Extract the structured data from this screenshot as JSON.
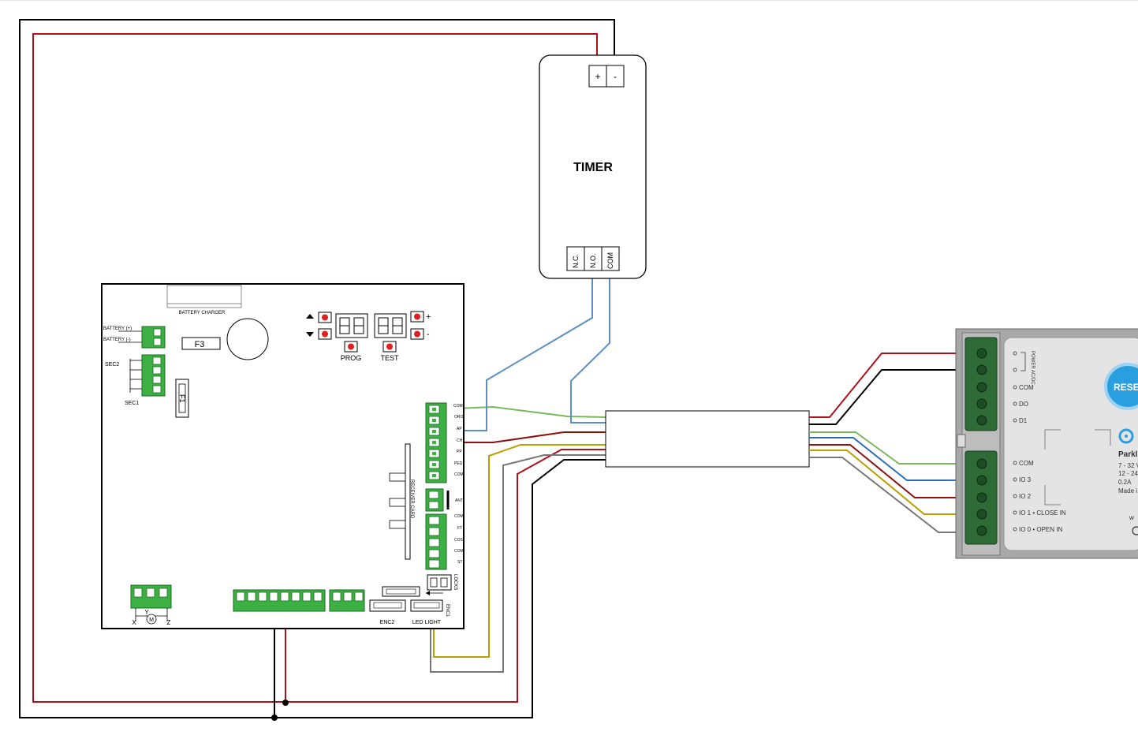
{
  "timer": {
    "title": "TIMER",
    "plus": "+",
    "minus": "-",
    "nc": "N.C.",
    "no": "N.O.",
    "com": "COM"
  },
  "board": {
    "battery_charger": "BATTERY CHARGER",
    "battery_plus": "BATTERY (+)",
    "battery_minus": "BATTERY (-)",
    "sec2": "SEC2",
    "sec1": "SEC1",
    "f3": "F3",
    "f1": "F1",
    "prog": "PROG",
    "test": "TEST",
    "plus_key": "+",
    "minus_key": "-",
    "receiver_card": "RECEIVER CARD",
    "locks": "LOCKS",
    "enc2": "ENC2",
    "enc1": "ENC1",
    "led_light": "LED LIGHT",
    "motor_x": "X",
    "motor_z": "Z",
    "motor_y": "Y",
    "motor_m": "M",
    "right_terminals": [
      "COM",
      "ORO",
      "AP",
      "CH",
      "PP",
      "PED",
      "COM"
    ],
    "ant": "ANT",
    "lower_terminals": [
      "COM",
      "FT",
      "COS",
      "COM",
      "ST"
    ]
  },
  "module": {
    "reset": "RESET",
    "labels": [
      "POWER AC/DC",
      "COM",
      "DO",
      "D1",
      "COM",
      "IO 3",
      "IO 2",
      "IO 1 • CLOSE IN",
      "IO 0 • OPEN IN"
    ],
    "brand": "Parkl",
    "spec_lines": [
      "7 - 32 V",
      "12 - 24",
      "0.2A",
      "Made i"
    ],
    "www": "w"
  },
  "colors": {
    "red": "#b0101a",
    "black": "#000000",
    "green": "#7cb65e",
    "blue": "#5b8fc6",
    "darkred": "#8b1010",
    "yellow": "#b8a000",
    "gray": "#777777"
  }
}
